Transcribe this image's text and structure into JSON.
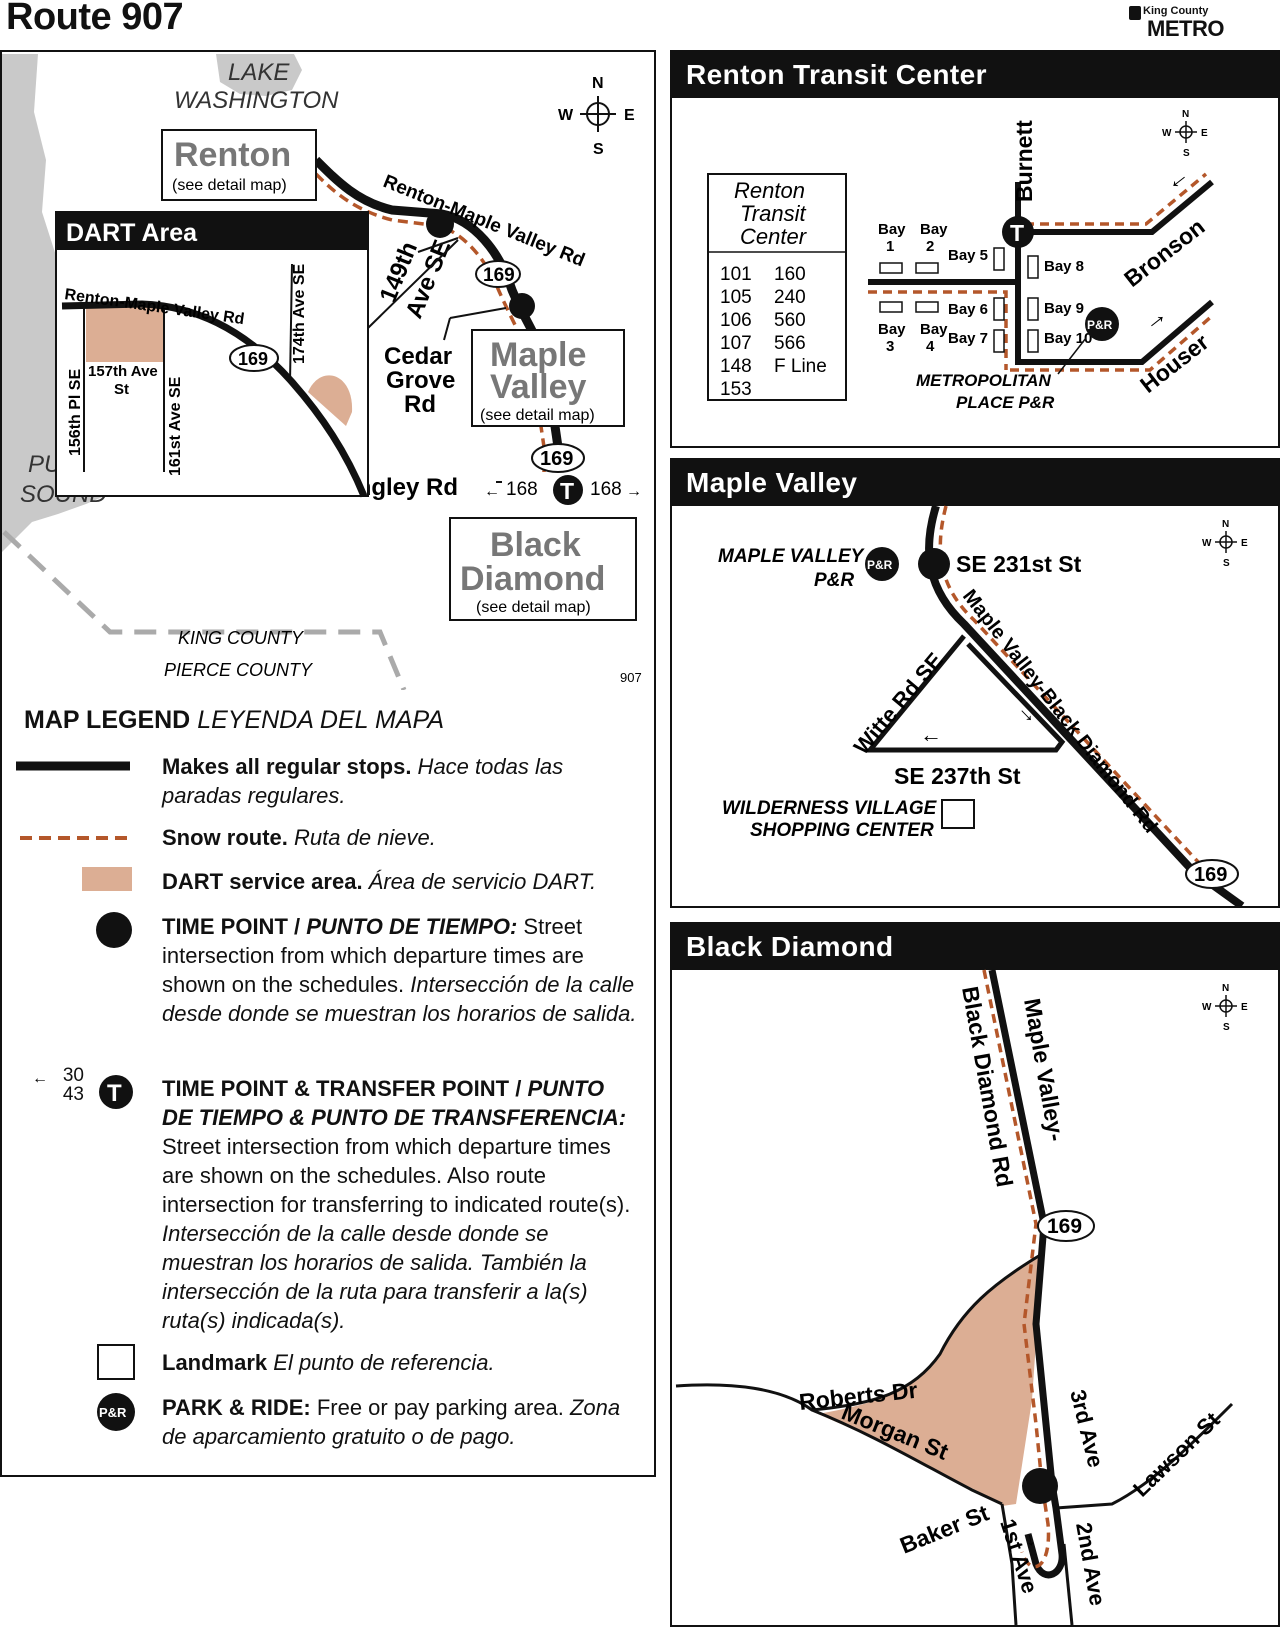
{
  "title": "Route 907",
  "logo": {
    "line1": "King County",
    "line2": "METRO"
  },
  "compass": {
    "n": "N",
    "s": "S",
    "e": "E",
    "w": "W"
  },
  "overview": {
    "water": [
      "LAKE",
      "WASHINGTON",
      "PUGET",
      "SOUND"
    ],
    "places": {
      "renton": "Renton",
      "renton_sub": "(see detail map)",
      "maple": [
        "Maple",
        "Valley"
      ],
      "maple_sub": "(see detail map)",
      "black": [
        "Black",
        "Diamond"
      ],
      "black_sub": "(see detail map)"
    },
    "roads": {
      "rmv": "Renton-Maple Valley Rd",
      "ave149": [
        "149th",
        "Ave SE"
      ],
      "cedar": [
        "Cedar",
        "Grove",
        "Rd"
      ],
      "kangley": "SE Kent-Kangley Rd",
      "route169": "169",
      "route168": "168"
    },
    "dart": {
      "title": "DART Area",
      "rmv": "Renton-Maple Valley Rd",
      "pl156": "156th Pl SE",
      "ave157": [
        "157th Ave",
        "St"
      ],
      "ave161": "161st Ave SE",
      "ave174": "174th Ave SE",
      "route": "169"
    },
    "counties": [
      "KING COUNTY",
      "PIERCE COUNTY"
    ],
    "map_id": "907"
  },
  "legend": {
    "title": "MAP LEGEND",
    "title_es": "LEYENDA DEL MAPA",
    "items": [
      {
        "bold": "Makes all regular stops.",
        "text": " Hace todas las paradas regulares."
      },
      {
        "bold": "Snow route.",
        "text": " Ruta de nieve."
      },
      {
        "bold": "DART service area.",
        "text": " Área de servicio DART."
      },
      {
        "bold": "TIME POINT / ",
        "bold_es": "PUNTO DE TIEMPO:",
        "plain": " Street intersection from which departure times are shown on the schedules.",
        "text": " Intersección de la calle desde donde se muestran los horarios de salida."
      },
      {
        "bold": "TIME POINT & TRANSFER POINT / ",
        "bold_es": "PUNTO DE TIEMPO & PUNTO DE TRANSFERENCIA:",
        "plain": " Street intersection from which departure times are shown on the schedules. Also route intersection for transferring to indicated route(s).",
        "text": " Intersección de la calle desde donde se muestran los horarios de salida. También la intersección de la ruta para transferir a la(s) ruta(s) indicada(s)."
      },
      {
        "bold": "Landmark",
        "text": " El punto de referencia."
      },
      {
        "bold": "PARK & RIDE:",
        "plain": " Free or pay parking area.",
        "text": " Zona de aparcamiento gratuito o de pago."
      }
    ],
    "transfer_routes": [
      "30",
      "43"
    ],
    "icons": {
      "transfer": "T",
      "pr": "P&R"
    }
  },
  "renton_tc": {
    "title": "Renton Transit Center",
    "box_title": [
      "Renton",
      "Transit",
      "Center"
    ],
    "routes": [
      "101",
      "160",
      "105",
      "240",
      "106",
      "560",
      "107",
      "566",
      "148",
      "F Line",
      "153"
    ],
    "bays": [
      "Bay",
      "1",
      "Bay",
      "2",
      "Bay 5",
      "Bay 8",
      "Bay",
      "3",
      "Bay",
      "4",
      "Bay 6",
      "Bay 9",
      "Bay 7",
      "Bay 10"
    ],
    "streets": {
      "burnett": "Burnett",
      "bronson": "Bronson",
      "houser": "Houser"
    },
    "pr": [
      "METROPOLITAN",
      "PLACE P&R"
    ]
  },
  "maple_valley": {
    "title": "Maple Valley",
    "pr": [
      "MAPLE VALLEY",
      "P&R"
    ],
    "streets": {
      "s231": "SE 231st St",
      "witte": "Witte Rd SE",
      "s237": "SE 237th St",
      "mvbd": "Maple Valley-Black Diamond Rd"
    },
    "landmark": [
      "WILDERNESS VILLAGE",
      "SHOPPING CENTER"
    ],
    "route": "169"
  },
  "black_diamond": {
    "title": "Black Diamond",
    "streets": {
      "mv": "Maple Valley-",
      "bd": "Black Diamond Rd",
      "roberts": "Roberts Dr",
      "morgan": "Morgan St",
      "baker": "Baker St",
      "ave1": "1st Ave",
      "ave2": "2nd Ave",
      "ave3": "3rd Ave",
      "lawson": "Lawson St"
    },
    "route": "169"
  },
  "colors": {
    "ink": "#111111",
    "snow": "#b4572a",
    "dart": "#dcae94",
    "water": "#c9c9c9",
    "county": "#aaaaaa",
    "gray_text": "#777777"
  }
}
